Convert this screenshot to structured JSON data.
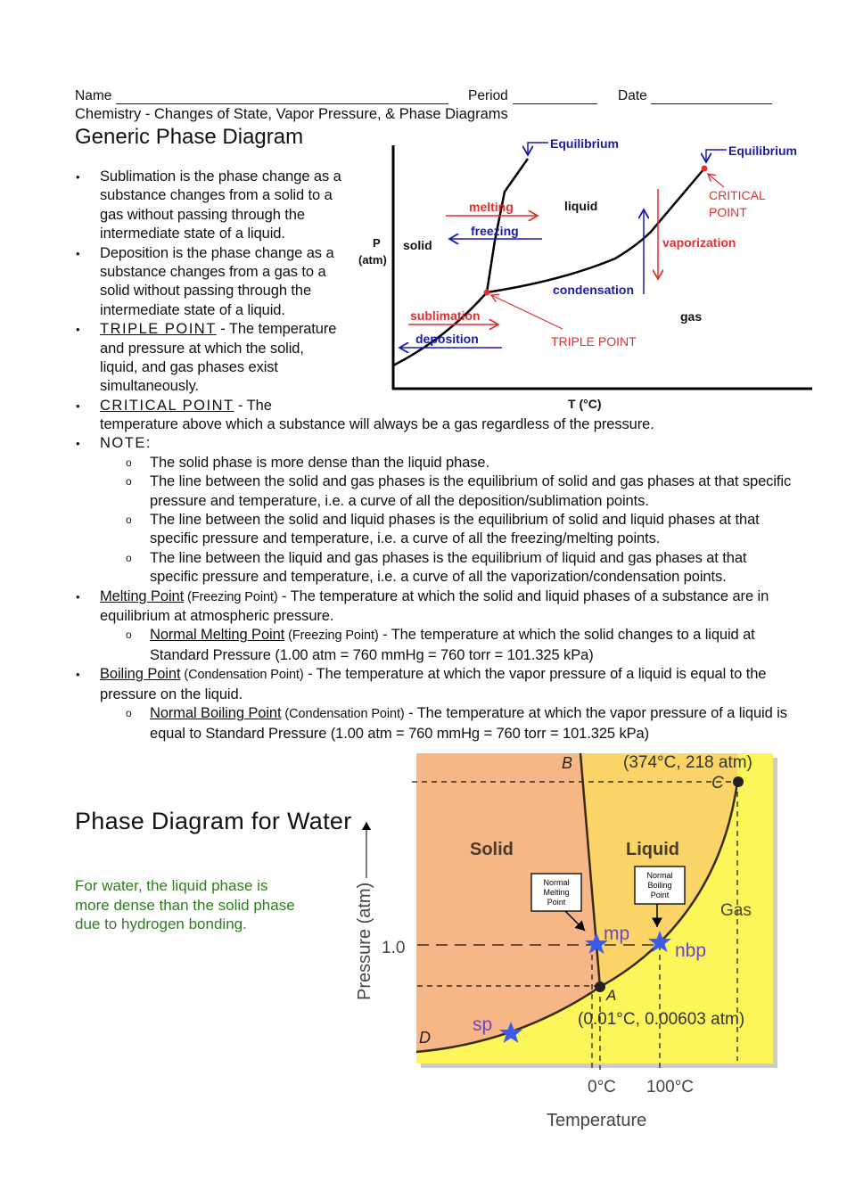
{
  "header": {
    "name_label": "Name",
    "period_label": "Period",
    "date_label": "Date",
    "subtitle": "Chemistry - Changes of State, Vapor Pressure, & Phase Diagrams"
  },
  "section1_title": "Generic Phase Diagram",
  "left_bullets": [
    {
      "text": "Sublimation is the phase change as a substance changes from a solid to a gas without passing through the intermediate state of a liquid."
    },
    {
      "text": "Deposition is the phase change as a substance changes from a gas to a solid without passing through the intermediate state of a liquid."
    },
    {
      "term": "TRIPLE POINT",
      "text": " - The temperature and pressure at which the solid, liquid, and gas phases exist simultaneously."
    }
  ],
  "critical": {
    "term": "CRITICAL POINT",
    "text1": " - The",
    "text2": "temperature above which a substance will always be a gas regardless of the pressure."
  },
  "note": {
    "label": "NOTE:",
    "items": [
      "The solid phase is more dense than the liquid phase.",
      "The line between the solid and gas phases is the equilibrium of solid and gas phases at that specific pressure and temperature, i.e. a curve of all the deposition/sublimation points.",
      "The line between the solid and liquid phases is the equilibrium of solid and liquid phases at that specific pressure and temperature, i.e. a curve of all the freezing/melting points.",
      "The line between the liquid and gas phases is the equilibrium of liquid and gas phases at that specific pressure and temperature, i.e. a curve of all the vaporization/condensation points."
    ]
  },
  "melting": {
    "term": "Melting Point",
    "paren": " (Freezing Point)",
    "text": " - The temperature at which the solid and liquid phases of a substance are in equilibrium at atmospheric pressure.",
    "sub_term": "Normal Melting Point",
    "sub_paren": " (Freezing Point)",
    "sub_text": " - The temperature at which the solid changes to a liquid at Standard Pressure (1.00 atm = 760 mmHg = 760 torr = 101.325 kPa)"
  },
  "boiling": {
    "term": "Boiling Point",
    "paren": " (Condensation Point)",
    "text": " - The temperature at which the vapor pressure of a liquid is equal to the pressure on the liquid.",
    "sub_term": "Normal Boiling Point",
    "sub_paren": " (Condensation Point)",
    "sub_text": " - The temperature at which the vapor pressure of a liquid is equal to Standard Pressure (1.00 atm = 760 mmHg = 760 torr = 101.325 kPa)"
  },
  "generic_diagram": {
    "equilibrium1": "Equilibrium",
    "equilibrium2": "Equilibrium",
    "melting": "melting",
    "freezing": "freezing",
    "liquid": "liquid",
    "solid": "solid",
    "p": "P",
    "atm": "(atm)",
    "critical1": "CRITICAL",
    "critical2": "POINT",
    "vaporization": "vaporization",
    "condensation": "condensation",
    "sublimation": "sublimation",
    "deposition": "deposition",
    "triple": "TRIPLE POINT",
    "gas": "gas",
    "t_axis": "T (°C)"
  },
  "section2_title": "Phase Diagram for Water",
  "water_note": [
    "For water, the liquid phase is",
    "more dense than the solid phase",
    "due to hydrogen bonding."
  ],
  "water_diagram": {
    "B": "B",
    "C": "C",
    "A": "A",
    "D": "D",
    "critical_coords": "(374°C, 218 atm)",
    "triple_coords": "(0.01°C, 0.00603 atm)",
    "solid": "Solid",
    "liquid": "Liquid",
    "gas": "Gas",
    "mp": "mp",
    "nbp": "nbp",
    "sp": "sp",
    "nmp_box": [
      "Normal",
      "Melting",
      "Point"
    ],
    "nbp_box": [
      "Normal",
      "Boiling",
      "Point"
    ],
    "y_tick": "1.0",
    "x_tick1": "0°C",
    "x_tick2": "100°C",
    "xlabel": "Temperature",
    "ylabel": "Pressure (atm)"
  },
  "colors": {
    "red": "#e03030",
    "blue": "#1a1ab0",
    "green": "#2e7d1f",
    "solid_region": "#f7b685",
    "liquid_region": "#fbd468",
    "gas_region": "#fbf55a",
    "star": "#3b5bef"
  }
}
